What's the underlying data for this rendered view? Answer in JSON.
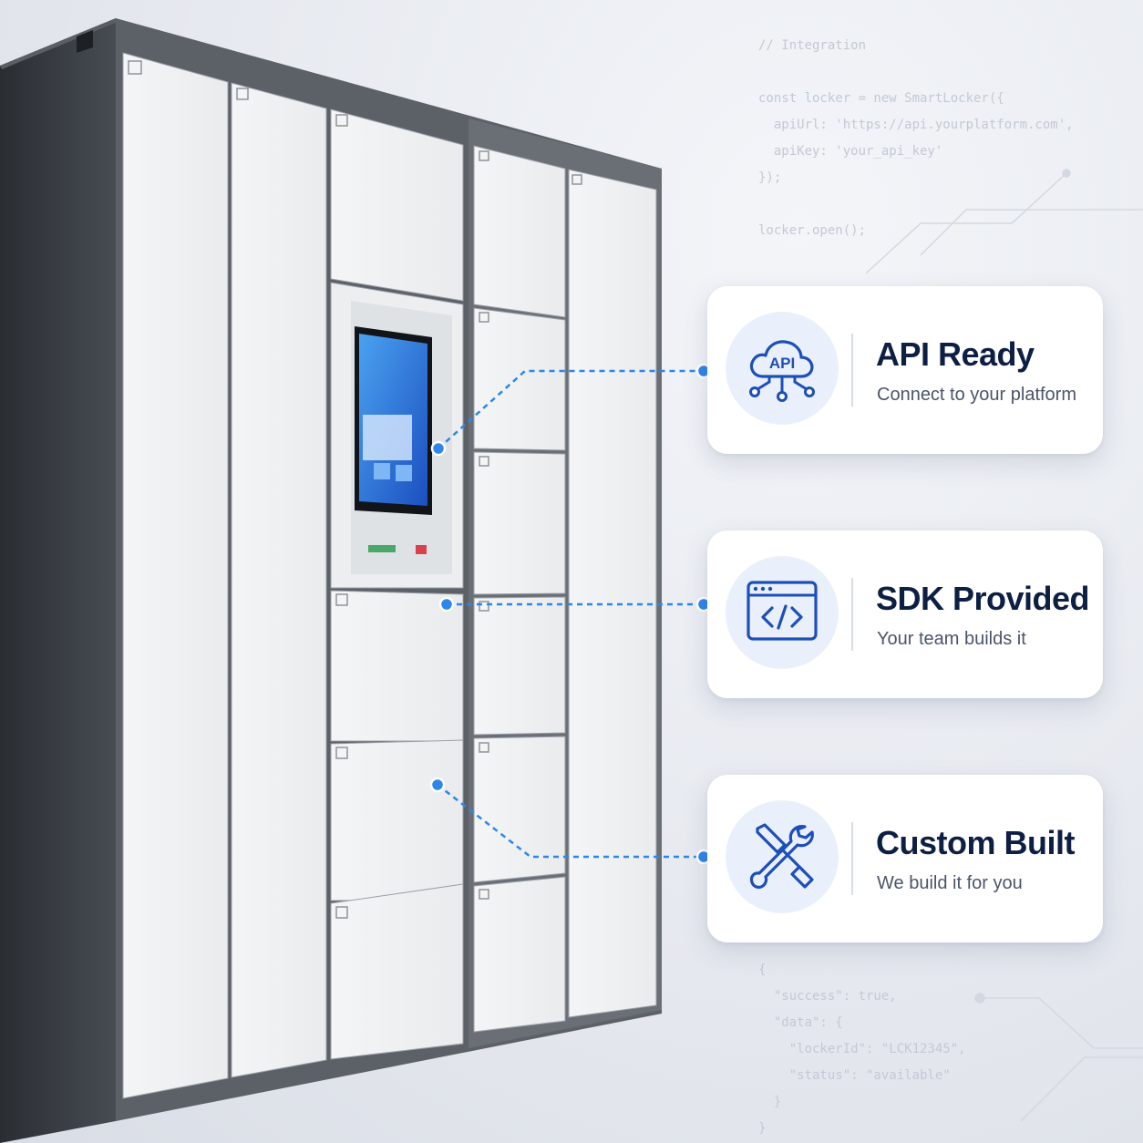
{
  "cards": [
    {
      "icon": "api-cloud-icon",
      "icon_text": "API",
      "title": "API Ready",
      "subtitle": "Connect to your platform"
    },
    {
      "icon": "code-window-icon",
      "title": "SDK Provided",
      "subtitle": "Your team builds it"
    },
    {
      "icon": "wrench-screwdriver-icon",
      "title": "Custom Built",
      "subtitle": "We build it for you"
    }
  ],
  "code_top": "// Integration\n\nconst locker = new SmartLocker({\n  apiUrl: 'https://api.yourplatform.com',\n  apiKey: 'your_api_key'\n});\n\nlocker.open();",
  "code_bottom": "{\n  \"success\": true,\n  \"data\": {\n    \"lockerId\": \"LCK12345\",\n    \"status\": \"available\"\n  }\n}",
  "colors": {
    "accent": "#2e86e8",
    "icon_blue": "#1d4fb8",
    "title": "#0e1f44",
    "subtitle": "#4a556b",
    "frame": "#5c6168",
    "door": "#f2f3f4"
  }
}
